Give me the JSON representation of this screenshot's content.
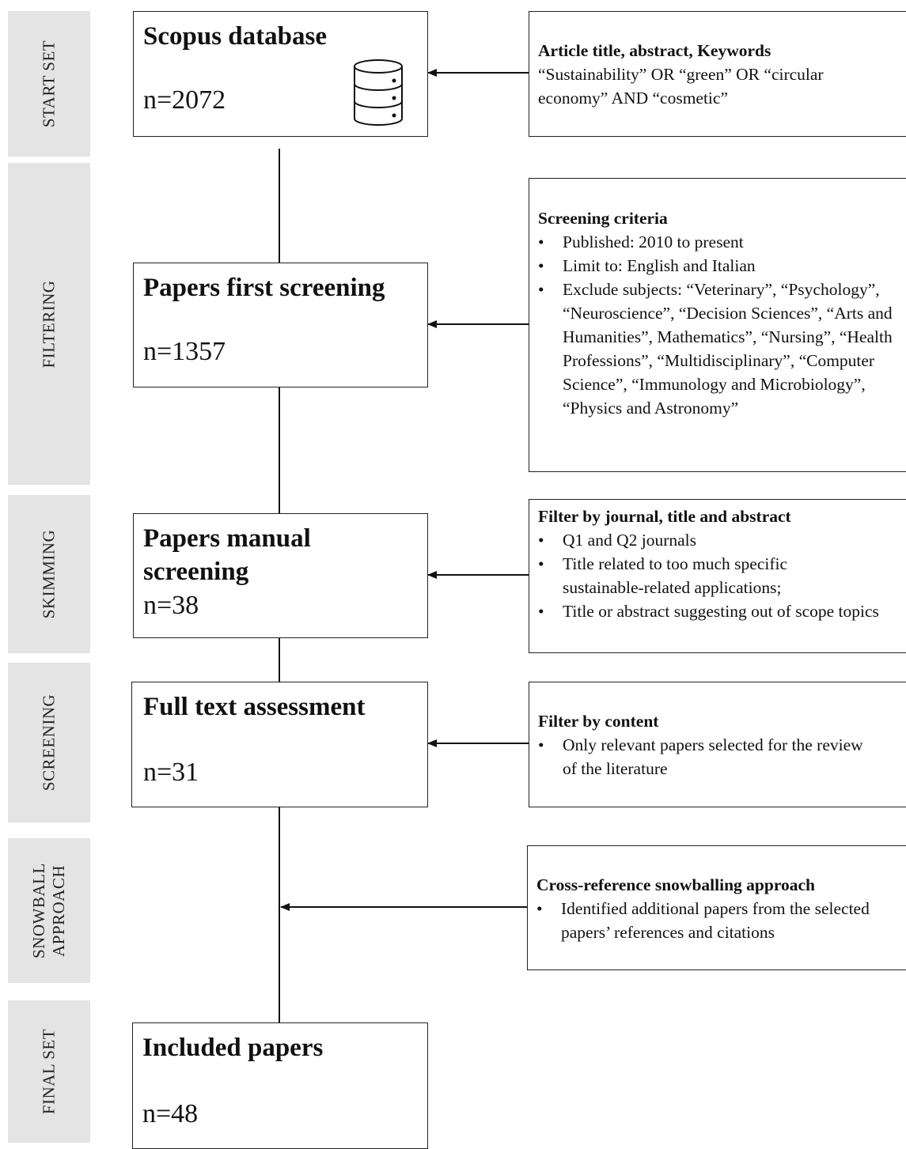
{
  "stages": [
    "START SET",
    "FILTERING",
    "SKIMMING",
    "SCREENING",
    "SNOWBALL APPROACH",
    "FINAL SET"
  ],
  "boxes": [
    {
      "title": "Scopus database",
      "count": "n=2072"
    },
    {
      "title": "Papers first screening",
      "count": "n=1357"
    },
    {
      "title": "Papers manual screening",
      "count": "n=38"
    },
    {
      "title": "Full text assessment",
      "count": "n=31"
    },
    {
      "title": "Included papers",
      "count": "n=48"
    }
  ],
  "criteria": [
    {
      "heading": "Article title, abstract, Keywords",
      "text": "“Sustainability” OR “green” OR “circular economy” AND “cosmetic”"
    },
    {
      "heading": "Screening criteria",
      "items": [
        "Published: 2010 to present",
        "Limit to: English and Italian",
        "Exclude subjects: “Veterinary”, “Psychology”, “Neuroscience”, “Decision Sciences”, “Arts and Humanities”, Mathematics”, “Nursing”, “Health Professions”, “Multidisciplinary”, “Computer Science”, “Immunology and Microbiology”, “Physics and Astronomy”"
      ]
    },
    {
      "heading": "Filter by journal, title and abstract",
      "items": [
        "Q1 and Q2 journals",
        "Title related to too much specific sustainable-related applications;",
        "Title or abstract suggesting out of scope topics"
      ]
    },
    {
      "heading": "Filter by content",
      "items": [
        "Only relevant papers selected for the review of the literature"
      ]
    },
    {
      "heading": "Cross-reference snowballing approach",
      "items": [
        "Identified additional papers from the selected papers’ references and citations"
      ]
    }
  ],
  "icons": {
    "database": "database-icon"
  }
}
